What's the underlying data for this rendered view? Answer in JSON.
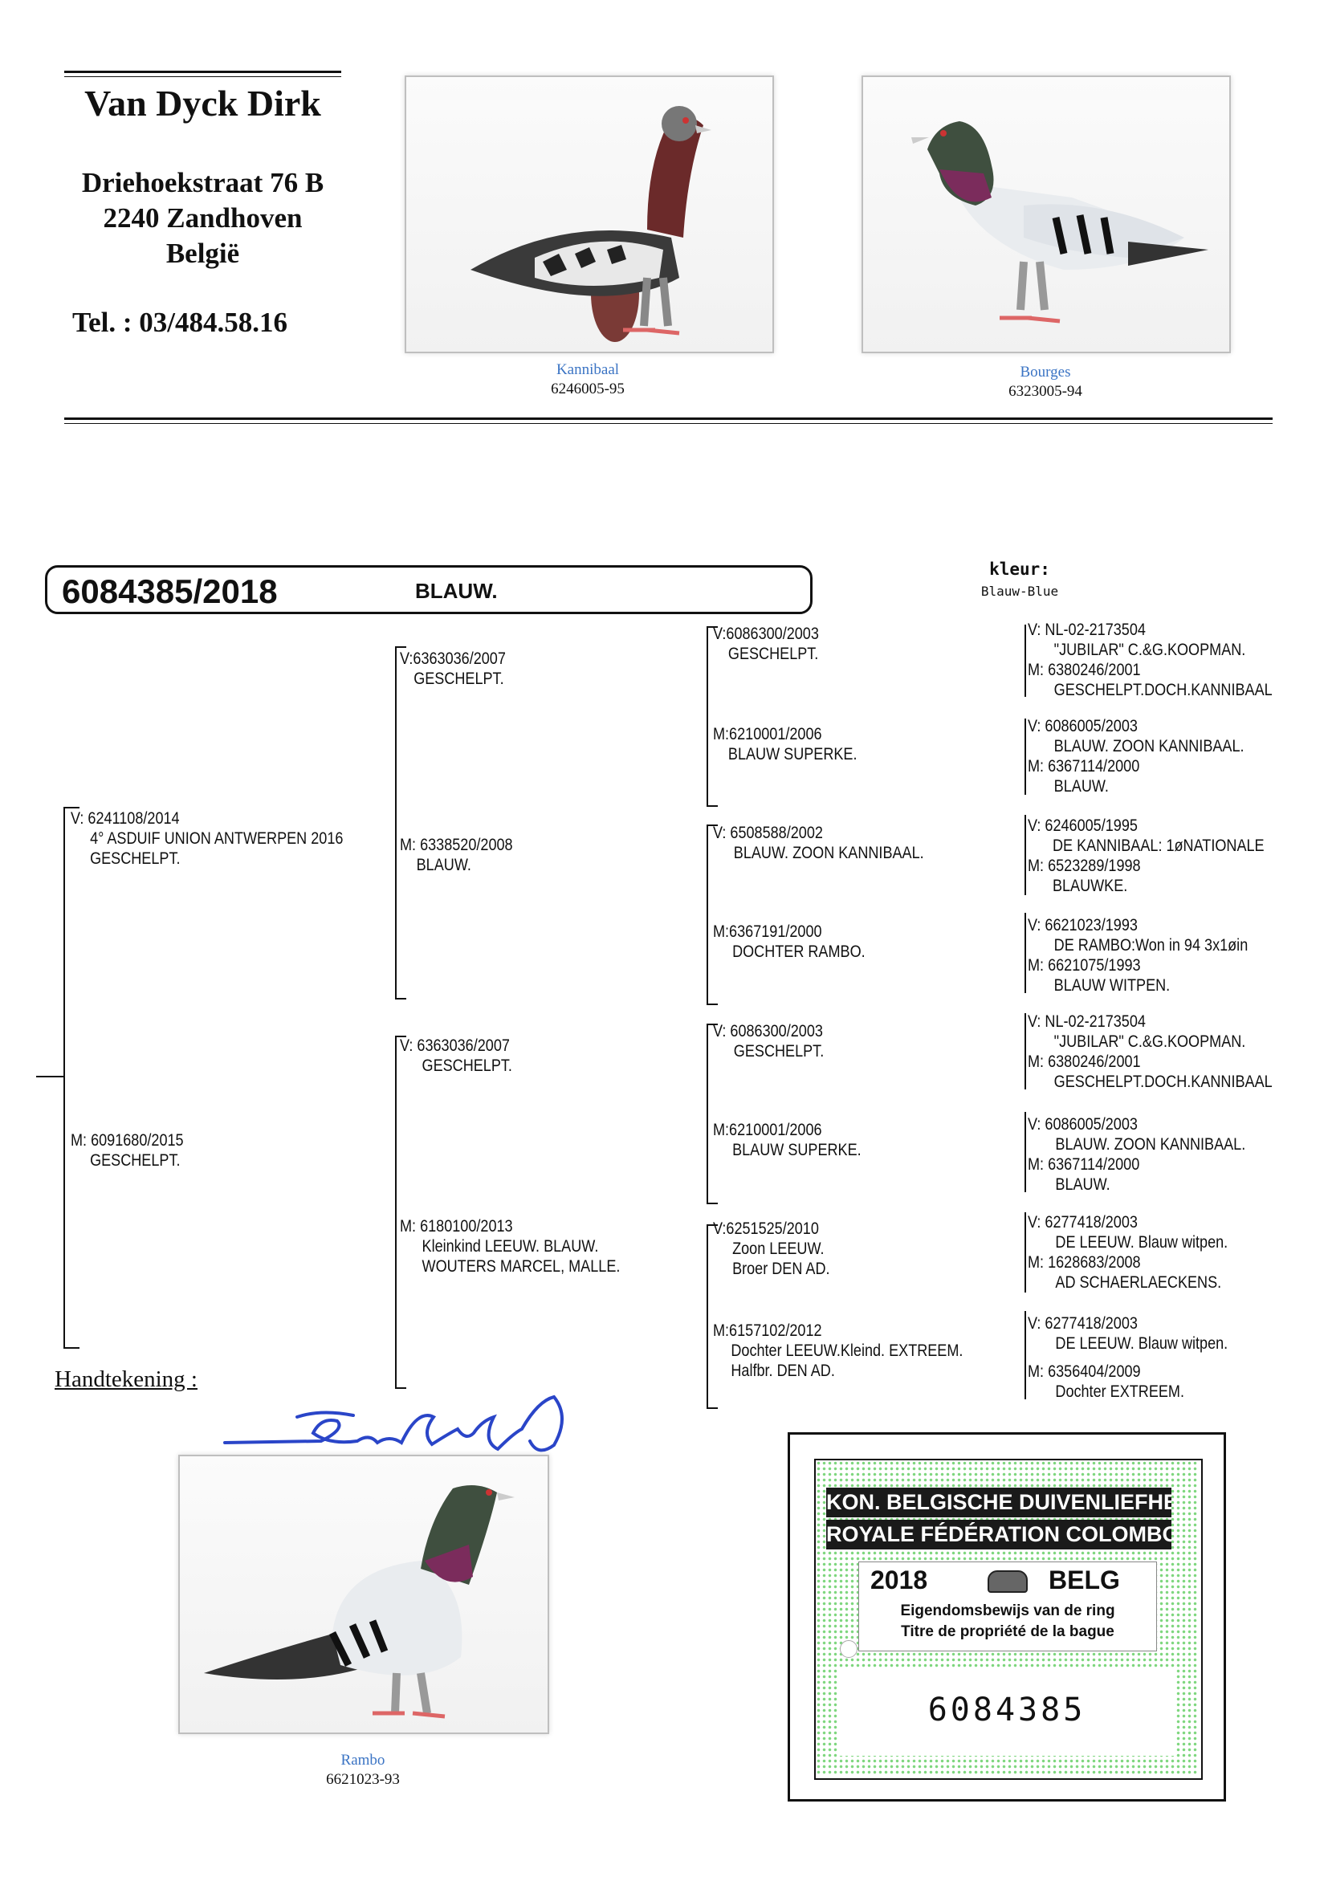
{
  "breeder": {
    "name": "Van Dyck Dirk",
    "street": "Driehoekstraat 76 B",
    "city": "2240 Zandhoven",
    "country": "België",
    "phone": "Tel. : 03/484.58.16"
  },
  "photos": [
    {
      "name": "Kannibaal",
      "ring": "6246005-95"
    },
    {
      "name": "Bourges",
      "ring": "6323005-94"
    },
    {
      "name": "Rambo",
      "ring": "6621023-93"
    }
  ],
  "pigeon": {
    "ring": "6084385/2018",
    "color": "BLAUW."
  },
  "color_box": {
    "label": "kleur:",
    "value": "Blauw-Blue"
  },
  "signature_label": "Handtekening :",
  "pedigree": {
    "g1": [
      {
        "mark": "V:",
        "lines": [
          "6241108/2014",
          "4° ASDUIF UNION ANTWERPEN 2016",
          "GESCHELPT."
        ]
      },
      {
        "mark": "M:",
        "lines": [
          "6091680/2015",
          "GESCHELPT."
        ]
      }
    ],
    "g2": [
      {
        "mark": "V:",
        "lines": [
          "6363036/2007",
          "GESCHELPT."
        ]
      },
      {
        "mark": "M:",
        "lines": [
          "6338520/2008",
          "BLAUW."
        ]
      },
      {
        "mark": "V:",
        "lines": [
          "6363036/2007",
          "GESCHELPT."
        ]
      },
      {
        "mark": "M:",
        "lines": [
          "6180100/2013",
          "Kleinkind LEEUW.  BLAUW.",
          "WOUTERS MARCEL, MALLE."
        ]
      }
    ],
    "g3": [
      {
        "mark": "V:",
        "lines": [
          "6086300/2003",
          "GESCHELPT."
        ]
      },
      {
        "mark": "M:",
        "lines": [
          "6210001/2006",
          "BLAUW SUPERKE."
        ]
      },
      {
        "mark": "V:",
        "lines": [
          "6508588/2002",
          "BLAUW. ZOON KANNIBAAL."
        ]
      },
      {
        "mark": "M:",
        "lines": [
          "6367191/2000",
          "DOCHTER RAMBO."
        ]
      },
      {
        "mark": "V:",
        "lines": [
          "6086300/2003",
          "GESCHELPT."
        ]
      },
      {
        "mark": "M:",
        "lines": [
          "6210001/2006",
          "BLAUW SUPERKE."
        ]
      },
      {
        "mark": "V:",
        "lines": [
          "6251525/2010",
          "Zoon LEEUW.",
          "Broer DEN AD."
        ]
      },
      {
        "mark": "M:",
        "lines": [
          "6157102/2012",
          "Dochter LEEUW.Kleind. EXTREEM.",
          "Halfbr. DEN AD."
        ]
      }
    ],
    "g4": [
      {
        "mark": "V:",
        "lines": [
          "NL-02-2173504",
          "\"JUBILAR\" C.&G.KOOPMAN."
        ]
      },
      {
        "mark": "M:",
        "lines": [
          "6380246/2001",
          "GESCHELPT.DOCH.KANNIBAAL"
        ]
      },
      {
        "mark": "V:",
        "lines": [
          "6086005/2003",
          "BLAUW. ZOON KANNIBAAL."
        ]
      },
      {
        "mark": "M:",
        "lines": [
          "6367114/2000",
          "BLAUW."
        ]
      },
      {
        "mark": "V:",
        "lines": [
          "6246005/1995",
          "DE KANNIBAAL: 1øNATIONALE"
        ]
      },
      {
        "mark": "M:",
        "lines": [
          "6523289/1998",
          "BLAUWKE."
        ]
      },
      {
        "mark": "V:",
        "lines": [
          "6621023/1993",
          "DE RAMBO:Won in 94 3x1øin"
        ]
      },
      {
        "mark": "M:",
        "lines": [
          "6621075/1993",
          "BLAUW WITPEN."
        ]
      },
      {
        "mark": "V:",
        "lines": [
          "NL-02-2173504",
          "\"JUBILAR\" C.&G.KOOPMAN."
        ]
      },
      {
        "mark": "M:",
        "lines": [
          "6380246/2001",
          "GESCHELPT.DOCH.KANNIBAAL"
        ]
      },
      {
        "mark": "V:",
        "lines": [
          "6086005/2003",
          "BLAUW. ZOON KANNIBAAL."
        ]
      },
      {
        "mark": "M:",
        "lines": [
          "6367114/2000",
          "BLAUW."
        ]
      },
      {
        "mark": "V:",
        "lines": [
          "6277418/2003",
          "DE LEEUW. Blauw witpen."
        ]
      },
      {
        "mark": "M:",
        "lines": [
          "1628683/2008",
          "AD SCHAERLAECKENS."
        ]
      },
      {
        "mark": "V:",
        "lines": [
          "6277418/2003",
          "DE LEEUW. Blauw witpen."
        ]
      },
      {
        "mark": "M:",
        "lines": [
          "6356404/2009",
          "Dochter EXTREEM."
        ]
      }
    ]
  },
  "card": {
    "line1": "KON. BELGISCHE DUIVENLIEFHEBBERSBOND",
    "line2": "ROYALE FÉDÉRATION COLOMBOPHILE BELGE",
    "year": "2018",
    "country": "BELG",
    "title_nl": "Eigendomsbewijs van de ring",
    "title_fr": "Titre de propriété de la bague",
    "ring": "6084385",
    "colors": {
      "border": "#111111",
      "dots": "#7ed67e"
    }
  }
}
